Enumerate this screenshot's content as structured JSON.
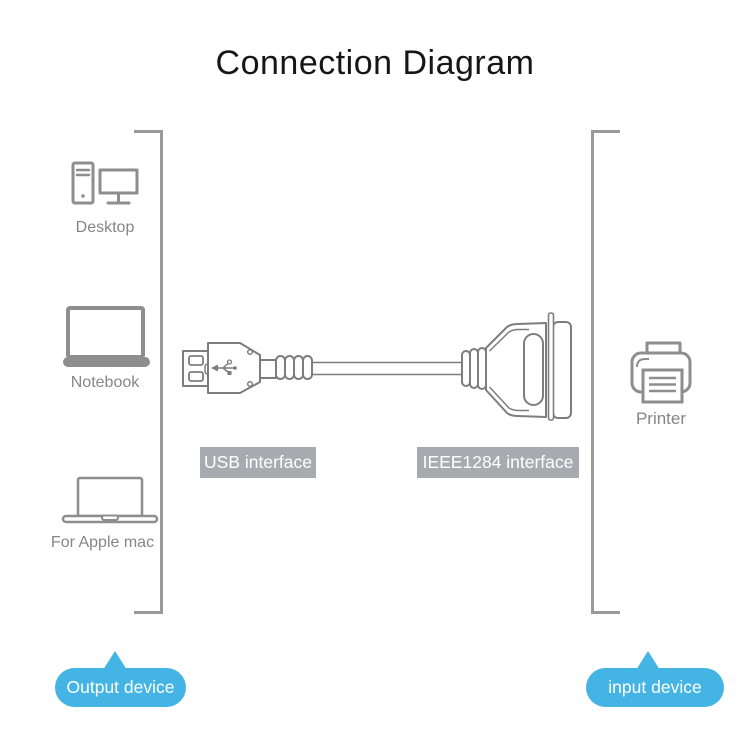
{
  "title": "Connection Diagram",
  "colors": {
    "accent_blue": "#43B4E4",
    "interface_badge_bg": "#A7ABB0",
    "icon_gray": "#8E8E8E",
    "bracket_gray": "#9A9A9A",
    "cable_outline_gray": "#7D7D7D",
    "device_label_gray": "#868686",
    "title_black": "#161616",
    "badge_text_white": "#FFFFFF"
  },
  "output_group": {
    "badge": "Output device",
    "devices": [
      {
        "name": "desktop",
        "icon": "desktop-icon",
        "label": "Desktop"
      },
      {
        "name": "notebook",
        "icon": "notebook-icon",
        "label": "Notebook"
      },
      {
        "name": "apple-mac",
        "icon": "macbook-icon",
        "label": "For Apple mac"
      }
    ]
  },
  "input_group": {
    "badge": "input device",
    "devices": [
      {
        "name": "printer",
        "icon": "printer-icon",
        "label": "Printer"
      }
    ]
  },
  "cable": {
    "left_interface": "USB interface",
    "right_interface": "IEEE1284 interface",
    "left_connector": "usb-a-plug",
    "right_connector": "ieee1284-centronics-plug"
  }
}
